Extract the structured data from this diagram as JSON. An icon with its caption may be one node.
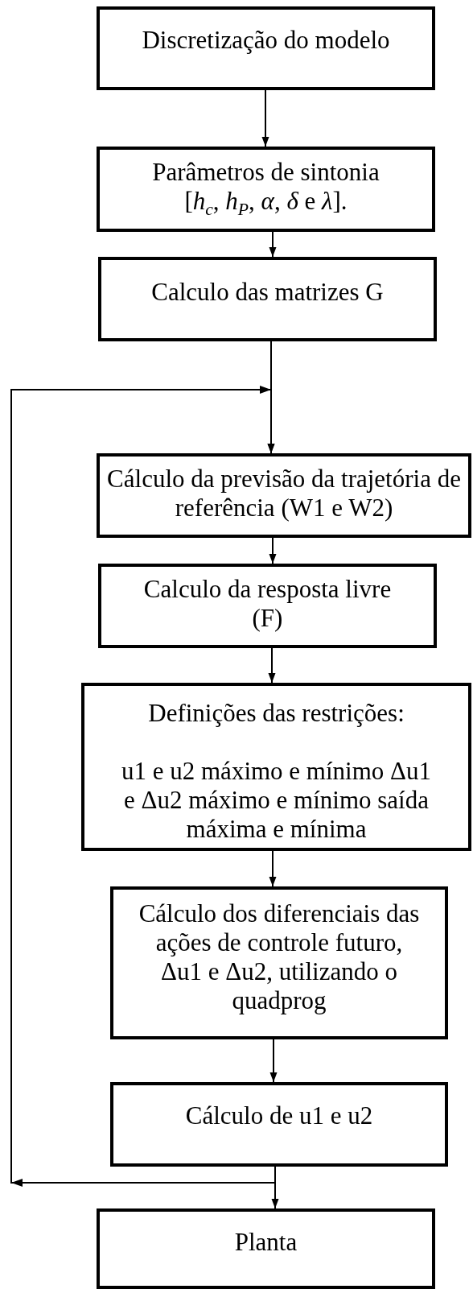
{
  "diagram": {
    "nodes": [
      {
        "text": [
          "Discretização do modelo"
        ]
      },
      {
        "text": [
          "Parâmetros de sintonia [*h*$_{c}$, *h*$_{P}$, *α*, *δ* e *λ*]."
        ]
      },
      {
        "text": [
          "Calculo das matrizes G"
        ]
      },
      {
        "text": [
          "Cálculo da previsão da trajetória de referência (W1 e W2)"
        ]
      },
      {
        "text": [
          "Calculo da resposta livre (F)"
        ]
      },
      {
        "text": [
          "Definições das restrições:",
          "u1 e u2 máximo e mínimo Δu1 e Δu2 máximo e mínimo saída máxima e mínima"
        ]
      },
      {
        "text": [
          "Cálculo dos diferenciais das ações de controle futuro, Δu1 e Δu2, utilizando o quadprog"
        ]
      },
      {
        "text": [
          "Cálculo de u1 e u2"
        ]
      },
      {
        "text": [
          "Planta"
        ]
      }
    ],
    "edges": [
      {
        "from": 0,
        "to": 1,
        "arrow": "to"
      },
      {
        "from": 1,
        "to": 2,
        "arrow": "to"
      },
      {
        "from": 2,
        "to": 3,
        "arrow": "to"
      },
      {
        "from": 3,
        "to": 4,
        "arrow": "to"
      },
      {
        "from": 4,
        "to": 5,
        "arrow": "to"
      },
      {
        "from": 5,
        "to": 6,
        "arrow": "to"
      },
      {
        "from": 6,
        "to": 7,
        "arrow": "to"
      },
      {
        "from": 7,
        "to": 8,
        "arrow": "to"
      },
      {
        "from": 7,
        "to": 3,
        "arrow": "to"
      }
    ]
  }
}
